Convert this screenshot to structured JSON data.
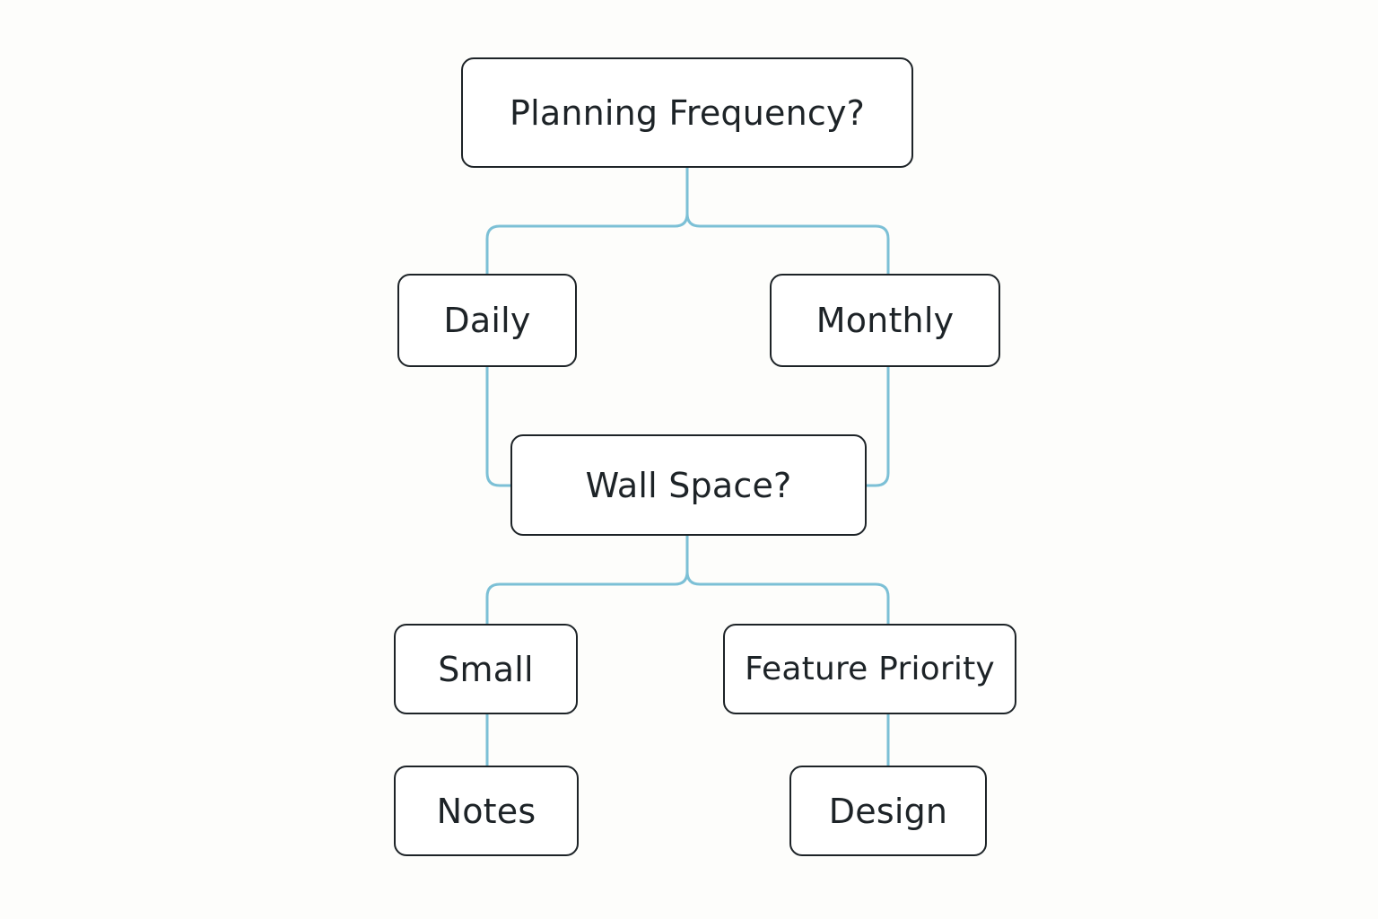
{
  "colors": {
    "background": "#fdfdfb",
    "node_border": "#1d2327",
    "node_text": "#1d2327",
    "connector": "#7cc0d6"
  },
  "nodes": {
    "root": {
      "label": "Planning Frequency?"
    },
    "daily": {
      "label": "Daily"
    },
    "monthly": {
      "label": "Monthly"
    },
    "wall_space": {
      "label": "Wall Space?"
    },
    "small": {
      "label": "Small"
    },
    "feature_priority": {
      "label": "Feature Priority"
    },
    "notes": {
      "label": "Notes"
    },
    "design": {
      "label": "Design"
    }
  },
  "edges": [
    {
      "from": "root",
      "to": "daily"
    },
    {
      "from": "root",
      "to": "monthly"
    },
    {
      "from": "daily",
      "to": "wall_space"
    },
    {
      "from": "monthly",
      "to": "wall_space"
    },
    {
      "from": "wall_space",
      "to": "small"
    },
    {
      "from": "wall_space",
      "to": "feature_priority"
    },
    {
      "from": "small",
      "to": "notes"
    },
    {
      "from": "feature_priority",
      "to": "design"
    }
  ]
}
